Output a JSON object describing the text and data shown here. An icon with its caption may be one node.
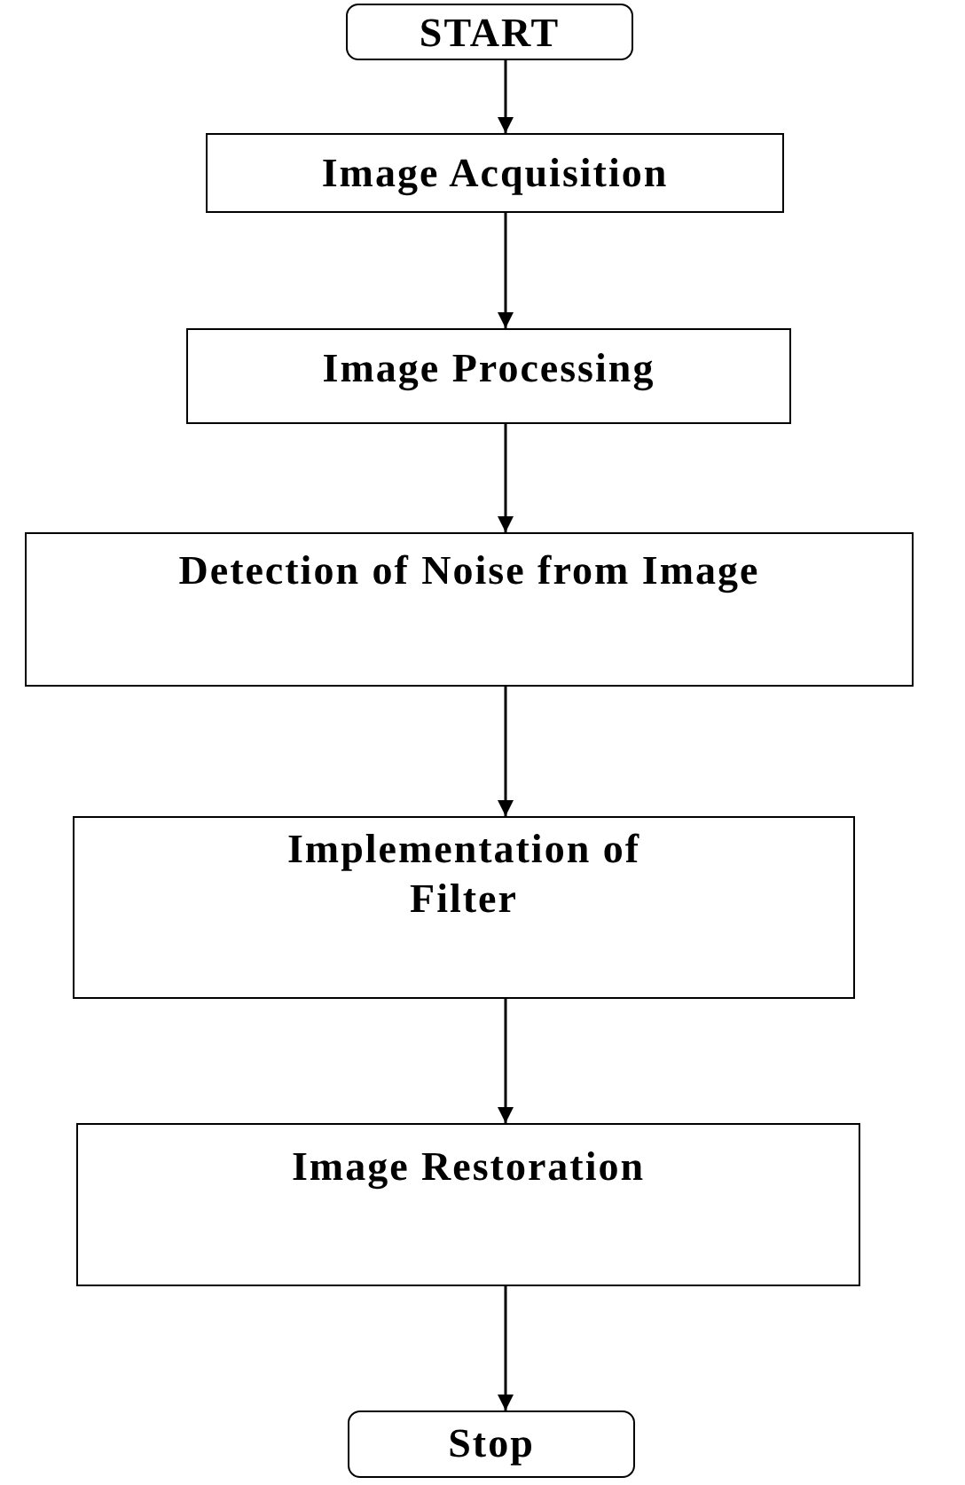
{
  "diagram": {
    "nodes": [
      {
        "text": [
          "START"
        ]
      },
      {
        "text": [
          "Image Acquisition"
        ]
      },
      {
        "text": [
          "Image Processing"
        ]
      },
      {
        "text": [
          "Detection of Noise from Image"
        ]
      },
      {
        "text": [
          "Implementation of Filter"
        ]
      },
      {
        "text": [
          "Image Restoration"
        ]
      },
      {
        "text": [
          "Stop"
        ]
      }
    ],
    "edges": [
      {
        "from": 0,
        "to": 1,
        "arrow": "to"
      },
      {
        "from": 1,
        "to": 2,
        "arrow": "to"
      },
      {
        "from": 2,
        "to": 3,
        "arrow": "to"
      },
      {
        "from": 3,
        "to": 4,
        "arrow": "to"
      },
      {
        "from": 4,
        "to": 5,
        "arrow": "to"
      },
      {
        "from": 5,
        "to": 6,
        "arrow": "to"
      }
    ]
  }
}
